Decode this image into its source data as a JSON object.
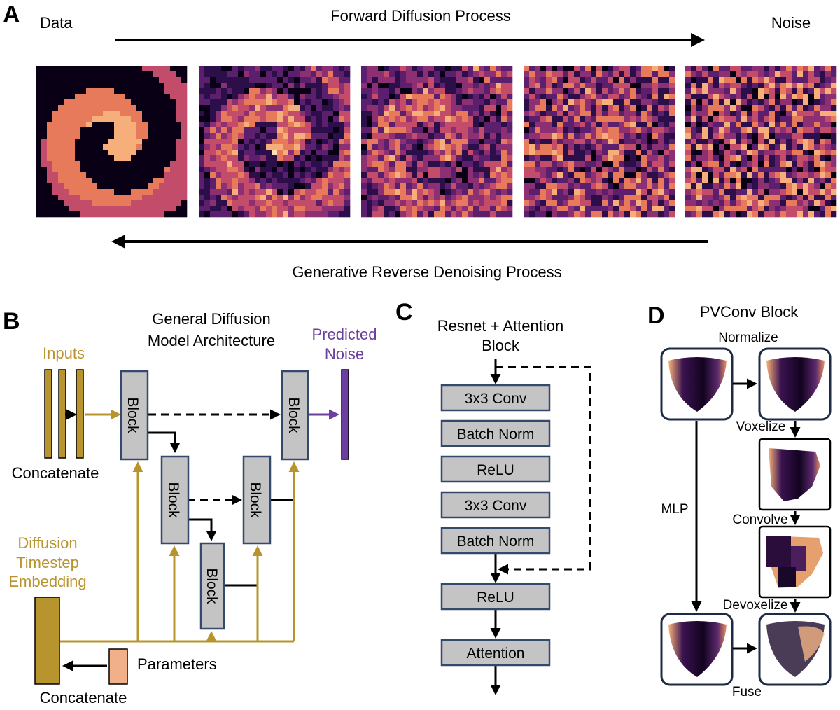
{
  "colors": {
    "gold": "#B8942F",
    "purple": "#6A3FA0",
    "block_fill": "#C4C4C4",
    "block_stroke": "#34496B",
    "param_fill": "#F2B08A"
  },
  "panelA": {
    "letter": "A",
    "data_label": "Data",
    "noise_label": "Noise",
    "forward_label": "Forward Diffusion Process",
    "reverse_label": "Generative Reverse Denoising Process",
    "noise_levels": [
      0,
      0.35,
      0.6,
      0.85,
      1.0
    ]
  },
  "panelB": {
    "letter": "B",
    "title_line1": "General Diffusion",
    "title_line2": "Model Architecture",
    "inputs": "Inputs",
    "predicted_line1": "Predicted",
    "predicted_line2": "Noise",
    "concatenate_top": "Concatenate",
    "timestep_line1": "Diffusion",
    "timestep_line2": "Timestep",
    "timestep_line3": "Embedding",
    "parameters": "Parameters",
    "concatenate_bottom": "Concatenate",
    "block": "Block"
  },
  "panelC": {
    "letter": "C",
    "title_line1": "Resnet + Attention",
    "title_line2": "Block",
    "layers": [
      "3x3 Conv",
      "Batch Norm",
      "ReLU",
      "3x3 Conv",
      "Batch Norm",
      "ReLU",
      "Attention"
    ]
  },
  "panelD": {
    "letter": "D",
    "title": "PVConv Block",
    "normalize": "Normalize",
    "voxelize": "Voxelize",
    "convolve": "Convolve",
    "devoxelize": "Devoxelize",
    "mlp": "MLP",
    "fuse": "Fuse"
  }
}
